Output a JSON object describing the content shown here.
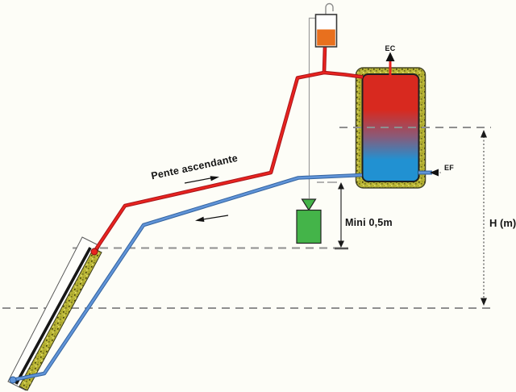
{
  "diagram": {
    "labels": {
      "slope": "Pente ascendante",
      "hot_water_outlet": "EC",
      "cold_water_inlet": "EF",
      "min_height": "Mini 0,5m",
      "height_dimension": "H (m)"
    },
    "colors": {
      "hot_pipe": "#e8231f",
      "hot_pipe_dark": "#a8151a",
      "cold_pipe": "#6094d8",
      "cold_pipe_dark": "#33639f",
      "vessel_fluid": "#e8701e",
      "funnel_green": "#44b449",
      "insulation_base": "#b6b232",
      "tank_hot": "#d8291f",
      "tank_mid": "#8a5a78",
      "tank_cold": "#2191d2",
      "reference_gray": "#8f8f8f"
    }
  }
}
